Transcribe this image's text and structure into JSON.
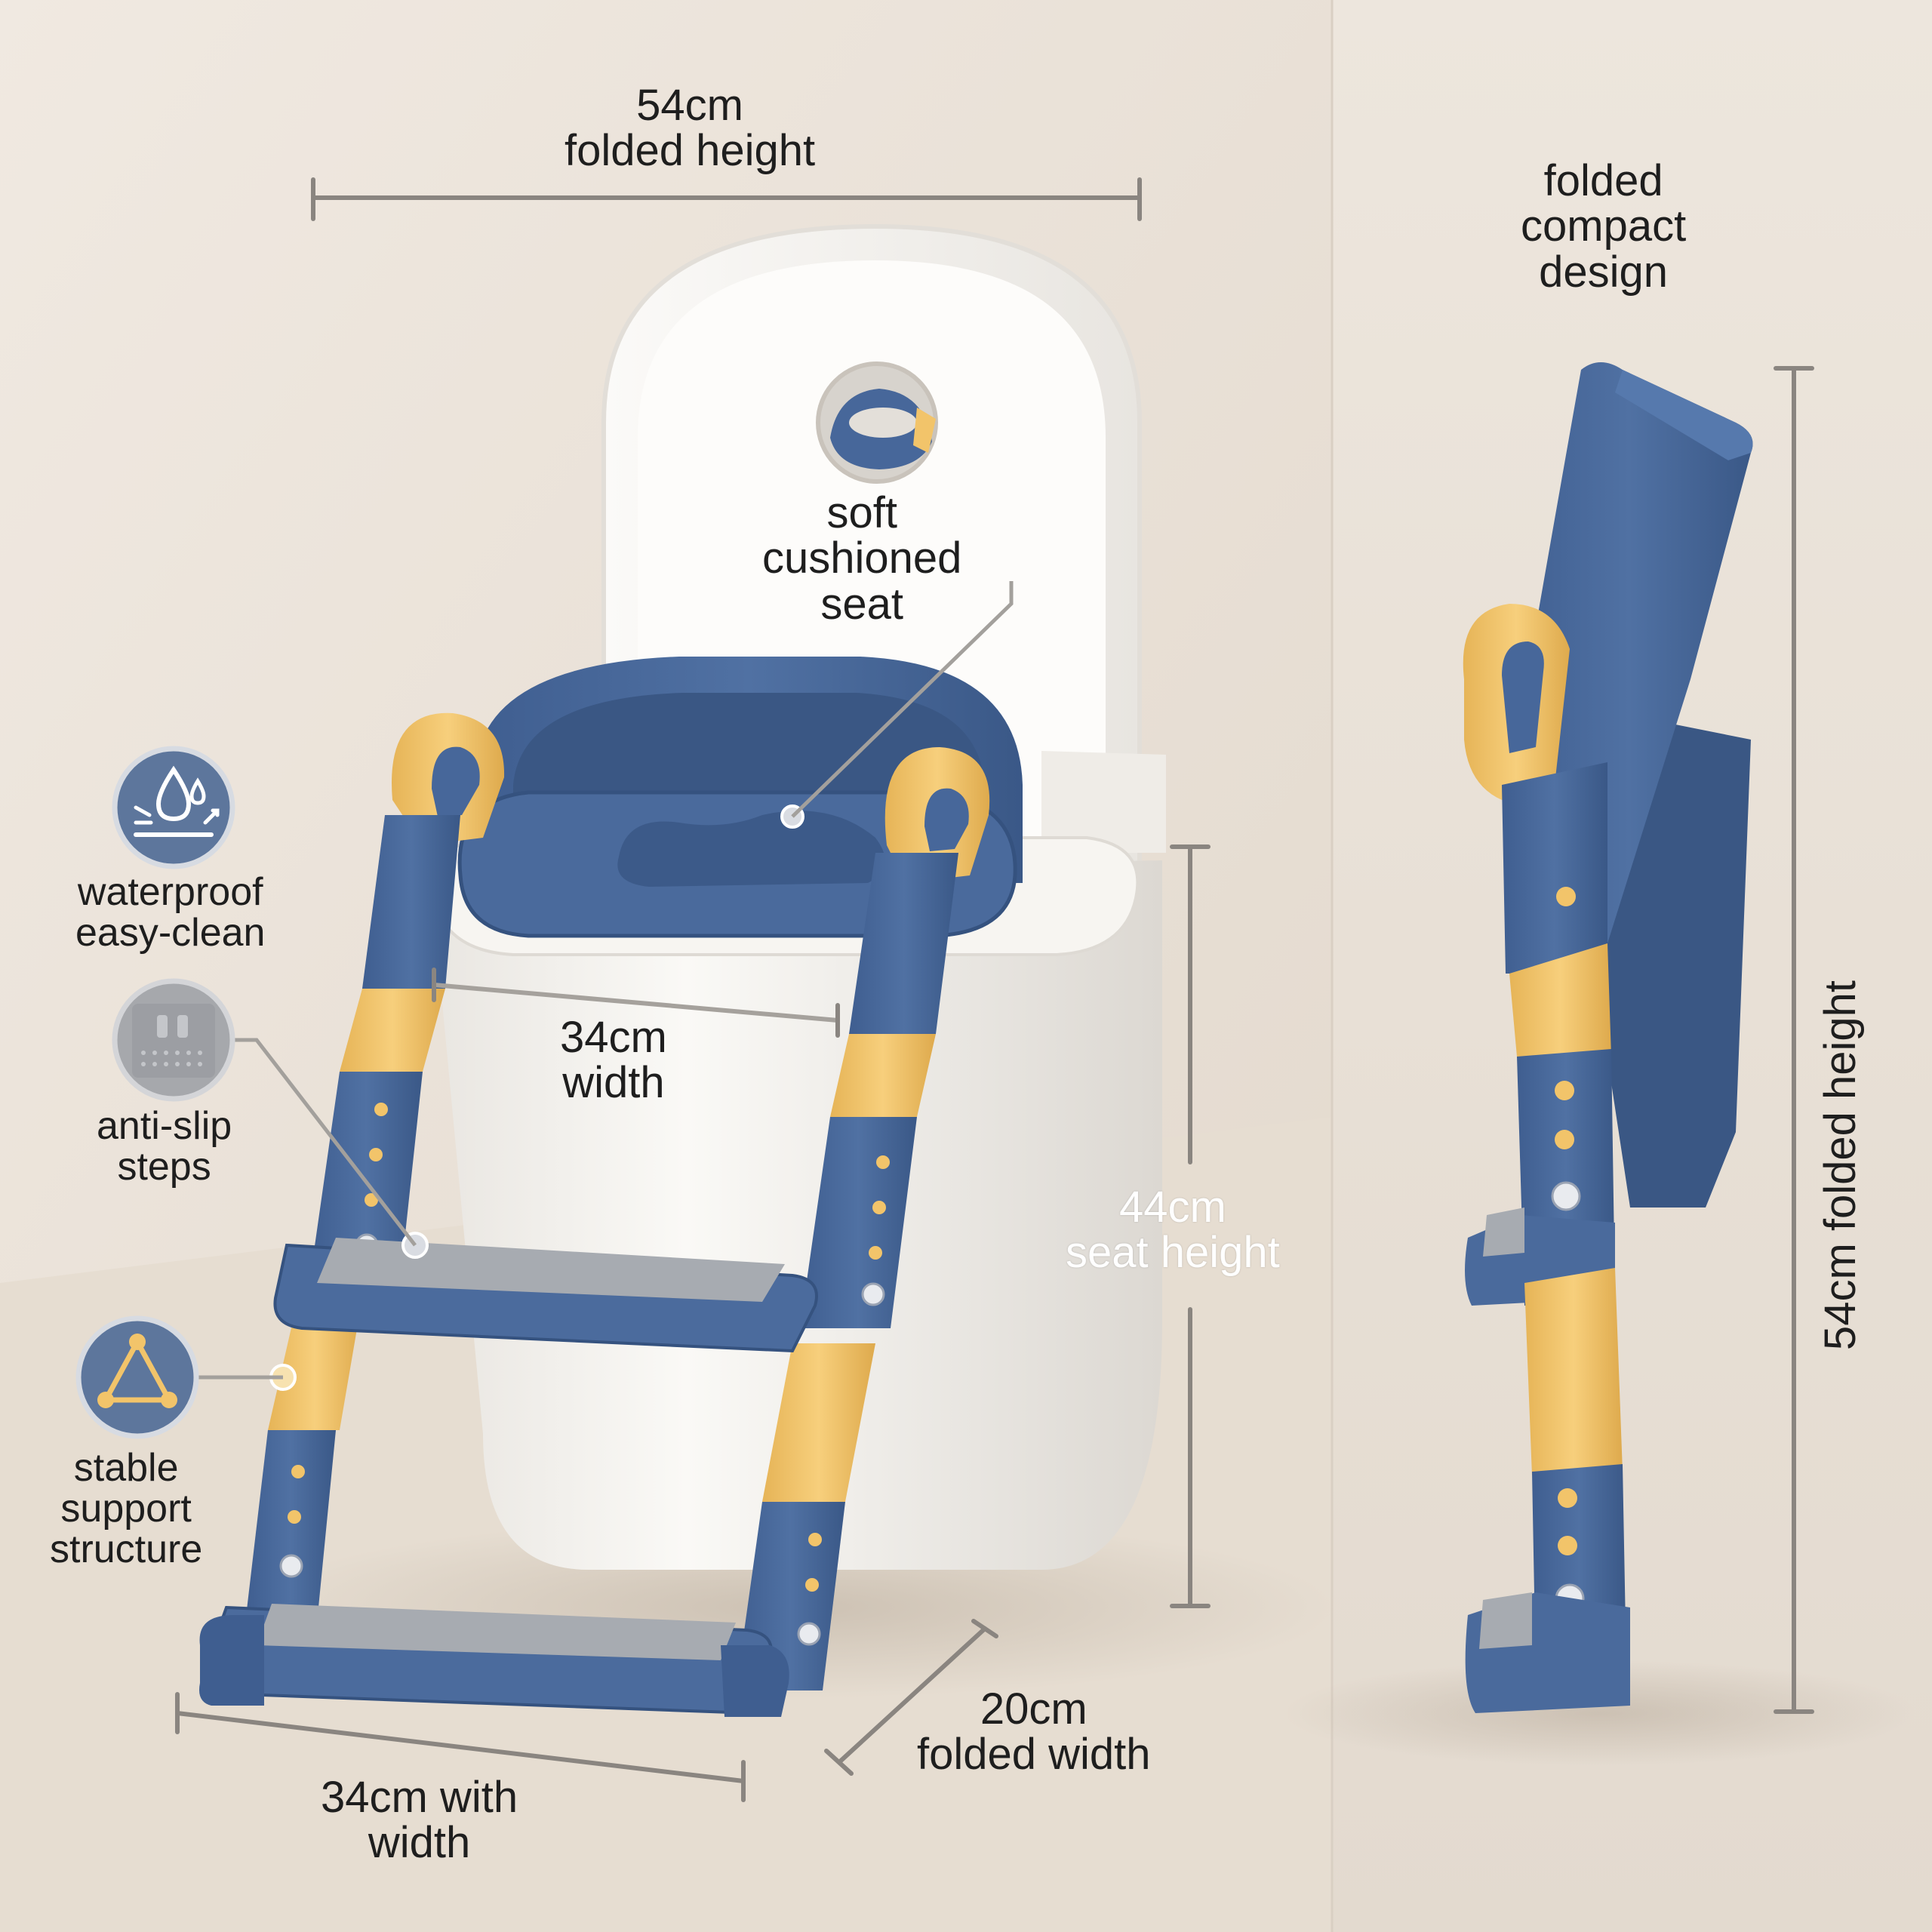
{
  "labels": {
    "top_dimension": {
      "value": "54cm",
      "caption": "folded height"
    },
    "soft_seat": {
      "line1": "soft",
      "line2": "cushioned",
      "line3": "seat"
    },
    "waterproof": {
      "line1": "waterproof",
      "line2": "easy-clean"
    },
    "anti_slip": {
      "line1": "anti-slip",
      "line2": "steps"
    },
    "stable": {
      "line1": "stable",
      "line2": "support",
      "line3": "structure"
    },
    "seat_width": {
      "value": "34cm",
      "caption": "width"
    },
    "seat_height": {
      "value": "44cm",
      "caption": "seat height"
    },
    "folded_width": {
      "value": "20cm",
      "caption": "folded width"
    },
    "base_width": {
      "line1": "34cm with",
      "line2": "width"
    },
    "compact": {
      "line1": "folded",
      "line2": "compact",
      "line3": "design"
    },
    "side_height": "54cm folded height"
  },
  "icons": {
    "waterproof": "water-drops-icon",
    "anti_slip": "textured-tread-icon",
    "stable": "triangle-structure-icon"
  },
  "colors": {
    "background": "#ece4da",
    "panel": "#e8dfd4",
    "product_blue": "#47679a",
    "product_blue_dark": "#35527f",
    "accent_yellow": "#f2c46a",
    "toilet_white": "#f6f4f0",
    "tread_grey": "#a7abb1",
    "icon_circle": "#5d769c",
    "text": "#1e1e1e"
  }
}
